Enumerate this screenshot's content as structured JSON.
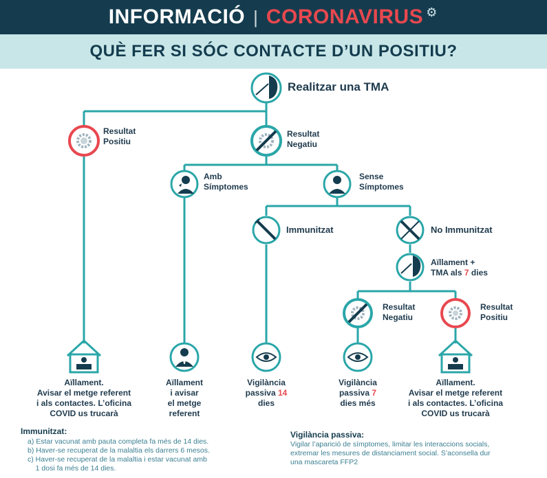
{
  "header": {
    "title_left": "INFORMACIÓ",
    "separator": "|",
    "title_right": "CORONAVIRUS",
    "subtitle": "QUÈ FER SI SÓC CONTACTE D’UN POSITIU?"
  },
  "colors": {
    "teal": "#2aa6a8",
    "dark": "#143c4e",
    "red": "#e8484f",
    "light": "#c8e6e8"
  },
  "nodes": {
    "tma": "Realitzar una TMA",
    "positiu_1": [
      "Resultat",
      "Positiu"
    ],
    "negatiu_1": [
      "Resultat",
      "Negatiu"
    ],
    "amb": [
      "Amb",
      "Símptomes"
    ],
    "sense": [
      "Sense",
      "Símptomes"
    ],
    "immunitzat": "Immunitzat",
    "no_immunitzat": "No Immunitzat",
    "aillament_tma": {
      "line1": "Aïllament +",
      "line2a": "TMA als ",
      "line2b": "7",
      "line2c": " dies"
    },
    "negatiu_2": [
      "Resultat",
      "Negatiu"
    ],
    "positiu_2": [
      "Resultat",
      "Positiu"
    ]
  },
  "outcomes": {
    "o1": [
      "Aïllament.",
      "Avisar el metge referent",
      "i als contactes. L’oficina",
      "COVID us trucarà"
    ],
    "o2": [
      "Aïllament",
      "i avisar",
      "el metge",
      "referent"
    ],
    "o3": {
      "l1": "Vigilància",
      "l2a": "passiva ",
      "l2b": "14",
      "l3": "dies"
    },
    "o4": {
      "l1": "Vigilància",
      "l2a": "passiva ",
      "l2b": "7",
      "l3": "dies més"
    },
    "o5": [
      "Aïllament.",
      "Avisar el metge referent",
      "i als contactes. L’oficina",
      "COVID us trucarà"
    ]
  },
  "notes": {
    "immunitzat": {
      "title": "Immunitzat:",
      "lines": [
        "a) Estar vacunat amb pauta completa fa més de 14 dies.",
        "b) Haver-se recuperat de la malaltia els darrers 6 mesos.",
        "c) Haver-se recuperat de la malaltia i estar vacunat amb",
        "    1 dosi fa més de 14 dies."
      ]
    },
    "vigilancia": {
      "title": "Vigilància passiva:",
      "lines": [
        "Vigilar l’aparició de símptomes, limitar les interaccions socials,",
        "extremar les mesures de distanciament social. S’aconsella dur",
        "una mascareta FFP2"
      ]
    }
  },
  "icons": [
    "swab-icon",
    "virus-positive-icon",
    "virus-negative-icon",
    "sick-person-icon",
    "person-icon",
    "syringe-icon",
    "no-syringe-icon",
    "house-laptop-icon",
    "doctor-icon",
    "eye-icon",
    "gear-icon"
  ]
}
